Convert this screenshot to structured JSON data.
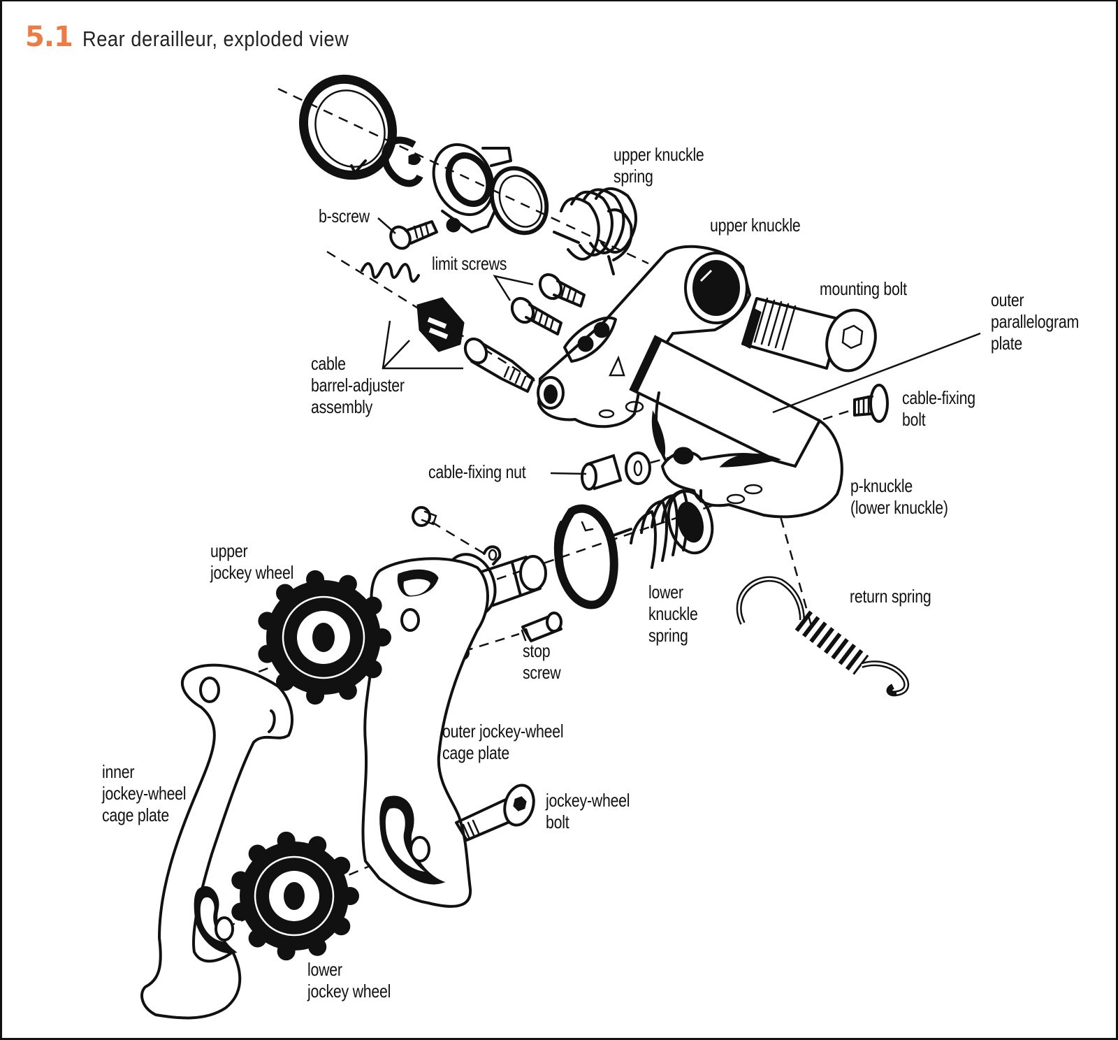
{
  "figure": {
    "number": "5.1",
    "title": "Rear derailleur, exploded view",
    "accent_color": "#ee7b44"
  },
  "labels": {
    "upper_knuckle_spring": "upper knuckle\nspring",
    "b_screw": "b-screw",
    "upper_knuckle": "upper knuckle",
    "limit_screws": "limit screws",
    "mounting_bolt": "mounting bolt",
    "outer_parallelogram_plate": "outer\nparallelogram\nplate",
    "cable_barrel_adjuster_assembly": "cable\nbarrel-adjuster\nassembly",
    "cable_fixing_bolt": "cable-fixing\nbolt",
    "cable_fixing_nut": "cable-fixing nut",
    "p_knuckle": "p-knuckle\n(lower knuckle)",
    "upper_jockey_wheel": "upper\njockey wheel",
    "lower_knuckle_spring": "lower\nknuckle\nspring",
    "return_spring": "return spring",
    "stop_screw": "stop\nscrew",
    "outer_jockey_wheel_cage_plate": "outer jockey-wheel\ncage plate",
    "inner_jockey_wheel_cage_plate": "inner\njockey-wheel\ncage plate",
    "jockey_wheel_bolt": "jockey-wheel\nbolt",
    "lower_jockey_wheel": "lower\njockey wheel"
  }
}
